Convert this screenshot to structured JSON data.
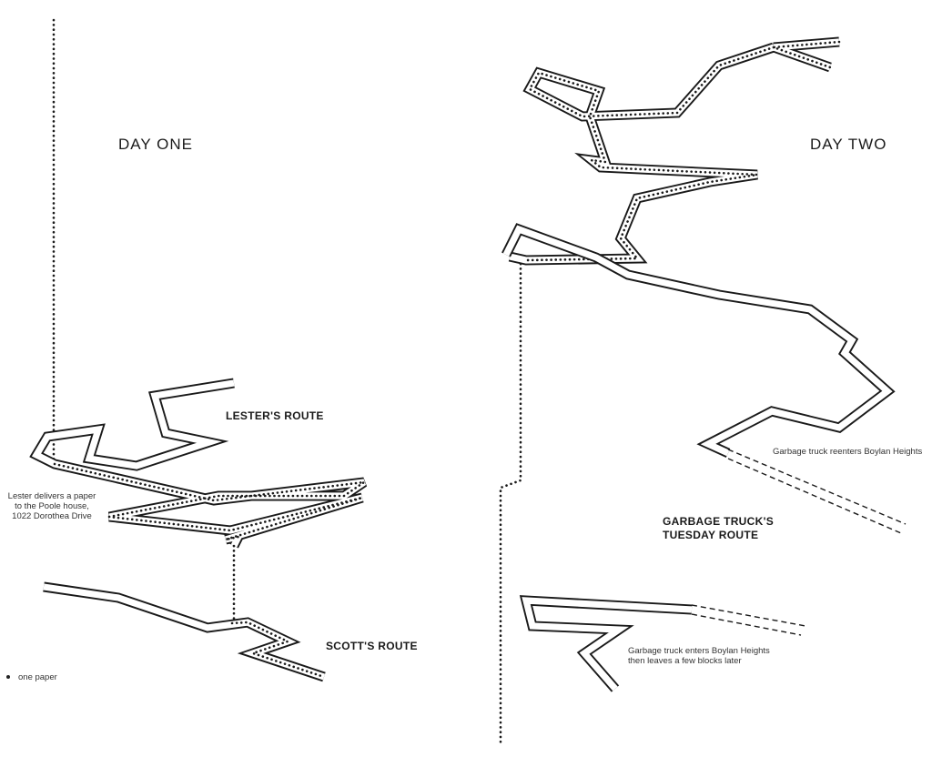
{
  "labels": {
    "day_one": "DAY ONE",
    "day_two": "DAY TWO",
    "lester_route": "LESTER'S ROUTE",
    "scott_route": "SCOTT'S ROUTE",
    "garbage_route_line1": "GARBAGE TRUCK'S",
    "garbage_route_line2": "TUESDAY ROUTE",
    "lester_note_line1": "Lester delivers a paper",
    "lester_note_line2": "to the Poole house,",
    "lester_note_line3": "1022 Dorothea Drive",
    "reenters_note": "Garbage truck reenters Boylan Heights",
    "enters_note_line1": "Garbage truck enters Boylan Heights",
    "enters_note_line2": "then leaves a few blocks later"
  },
  "legend": {
    "one_paper": "one paper"
  },
  "colors": {
    "ink": "#1a1a1a",
    "background": "#ffffff"
  }
}
